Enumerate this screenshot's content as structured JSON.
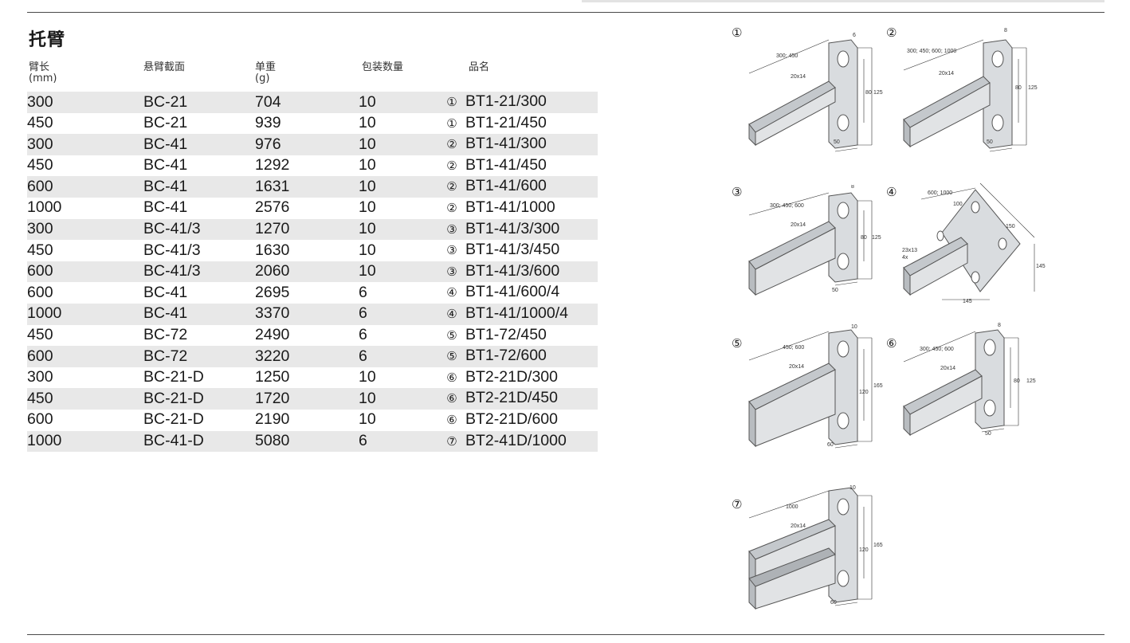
{
  "title": "托臂",
  "columns": [
    {
      "label": "臂长",
      "sub": "(mm)"
    },
    {
      "label": "悬臂截面",
      "sub": ""
    },
    {
      "label": "单重",
      "sub": "(g)"
    },
    {
      "label": "包装数量",
      "sub": ""
    },
    {
      "label": "品名",
      "sub": ""
    }
  ],
  "rows": [
    {
      "length": "300",
      "section": "BC-21",
      "weight": "704",
      "qty": "10",
      "mark": "①",
      "name": "BT1-21/300"
    },
    {
      "length": "450",
      "section": "BC-21",
      "weight": "939",
      "qty": "10",
      "mark": "①",
      "name": "BT1-21/450"
    },
    {
      "length": "300",
      "section": "BC-41",
      "weight": "976",
      "qty": "10",
      "mark": "②",
      "name": "BT1-41/300"
    },
    {
      "length": "450",
      "section": "BC-41",
      "weight": "1292",
      "qty": "10",
      "mark": "②",
      "name": "BT1-41/450"
    },
    {
      "length": "600",
      "section": "BC-41",
      "weight": "1631",
      "qty": "10",
      "mark": "②",
      "name": "BT1-41/600"
    },
    {
      "length": "1000",
      "section": "BC-41",
      "weight": "2576",
      "qty": "10",
      "mark": "②",
      "name": "BT1-41/1000"
    },
    {
      "length": "300",
      "section": "BC-41/3",
      "weight": "1270",
      "qty": "10",
      "mark": "③",
      "name": "BT1-41/3/300"
    },
    {
      "length": "450",
      "section": "BC-41/3",
      "weight": "1630",
      "qty": "10",
      "mark": "③",
      "name": "BT1-41/3/450"
    },
    {
      "length": "600",
      "section": "BC-41/3",
      "weight": "2060",
      "qty": "10",
      "mark": "③",
      "name": "BT1-41/3/600"
    },
    {
      "length": "600",
      "section": "BC-41",
      "weight": "2695",
      "qty": "6",
      "mark": "④",
      "name": "BT1-41/600/4"
    },
    {
      "length": "1000",
      "section": "BC-41",
      "weight": "3370",
      "qty": "6",
      "mark": "④",
      "name": "BT1-41/1000/4"
    },
    {
      "length": "450",
      "section": "BC-72",
      "weight": "2490",
      "qty": "6",
      "mark": "⑤",
      "name": "BT1-72/450"
    },
    {
      "length": "600",
      "section": "BC-72",
      "weight": "3220",
      "qty": "6",
      "mark": "⑤",
      "name": "BT1-72/600"
    },
    {
      "length": "300",
      "section": "BC-21-D",
      "weight": "1250",
      "qty": "10",
      "mark": "⑥",
      "name": "BT2-21D/300"
    },
    {
      "length": "450",
      "section": "BC-21-D",
      "weight": "1720",
      "qty": "10",
      "mark": "⑥",
      "name": "BT2-21D/450"
    },
    {
      "length": "600",
      "section": "BC-21-D",
      "weight": "2190",
      "qty": "10",
      "mark": "⑥",
      "name": "BT2-21D/600"
    },
    {
      "length": "1000",
      "section": "BC-41-D",
      "weight": "5080",
      "qty": "6",
      "mark": "⑦",
      "name": "BT2-41D/1000"
    }
  ],
  "drawings": [
    {
      "mark": "①",
      "dims": {
        "length": "300; 450",
        "slot": "20x14",
        "thick": "6",
        "h1": "80",
        "h2": "125",
        "w": "50"
      }
    },
    {
      "mark": "②",
      "dims": {
        "length": "300; 450; 600; 1000",
        "slot": "20x14",
        "thick": "8",
        "h1": "80",
        "h2": "125",
        "w": "50"
      }
    },
    {
      "mark": "③",
      "dims": {
        "length": "300; 450; 600",
        "slot": "20x14",
        "thick": "8",
        "h1": "80",
        "h2": "125",
        "w": "50"
      }
    },
    {
      "mark": "④",
      "dims": {
        "length": "600; 1000",
        "slot": "23x13",
        "count": "4x",
        "d1": "100",
        "d2": "150",
        "h": "145",
        "w": "145"
      }
    },
    {
      "mark": "⑤",
      "dims": {
        "length": "450; 600",
        "slot": "20x14",
        "thick": "10",
        "h1": "120",
        "h2": "165",
        "w": "60"
      }
    },
    {
      "mark": "⑥",
      "dims": {
        "length": "300; 450; 600",
        "slot": "20x14",
        "thick": "8",
        "h1": "80",
        "h2": "125",
        "w": "50"
      }
    },
    {
      "mark": "⑦",
      "dims": {
        "length": "1000",
        "slot": "20x14",
        "thick": "10",
        "h1": "120",
        "h2": "165",
        "w": "60"
      }
    }
  ]
}
